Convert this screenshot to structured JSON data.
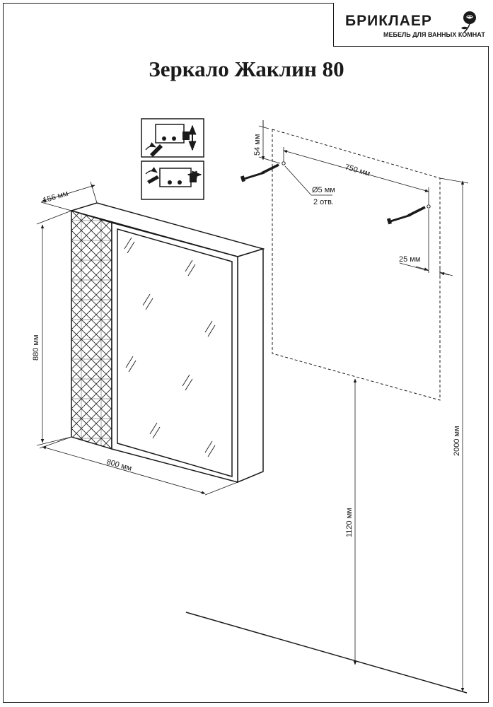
{
  "brand": {
    "name": "БРИКЛАЕР",
    "tagline": "МЕБЕЛЬ ДЛЯ ВАННЫХ КОМНАТ",
    "logo_icon": "rose-icon"
  },
  "title": "Зеркало Жаклин 80",
  "dimensions": {
    "depth": "156 мм",
    "height": "880 мм",
    "width": "800 мм",
    "hole_offset_top": "54 мм",
    "hole_spacing": "750 мм",
    "hole_diameter": "Ø5 мм",
    "hole_count": "2 отв.",
    "hole_offset_side": "25 мм",
    "mount_height": "1120 мм",
    "ceiling_height": "2000 мм"
  },
  "icons": {
    "hinge_adjust_vertical": "hinge-vertical-adjust-icon",
    "hinge_adjust_horizontal": "hinge-horizontal-adjust-icon",
    "screw": "screw-icon"
  },
  "colors": {
    "line": "#1a1a1a",
    "background": "#ffffff"
  }
}
